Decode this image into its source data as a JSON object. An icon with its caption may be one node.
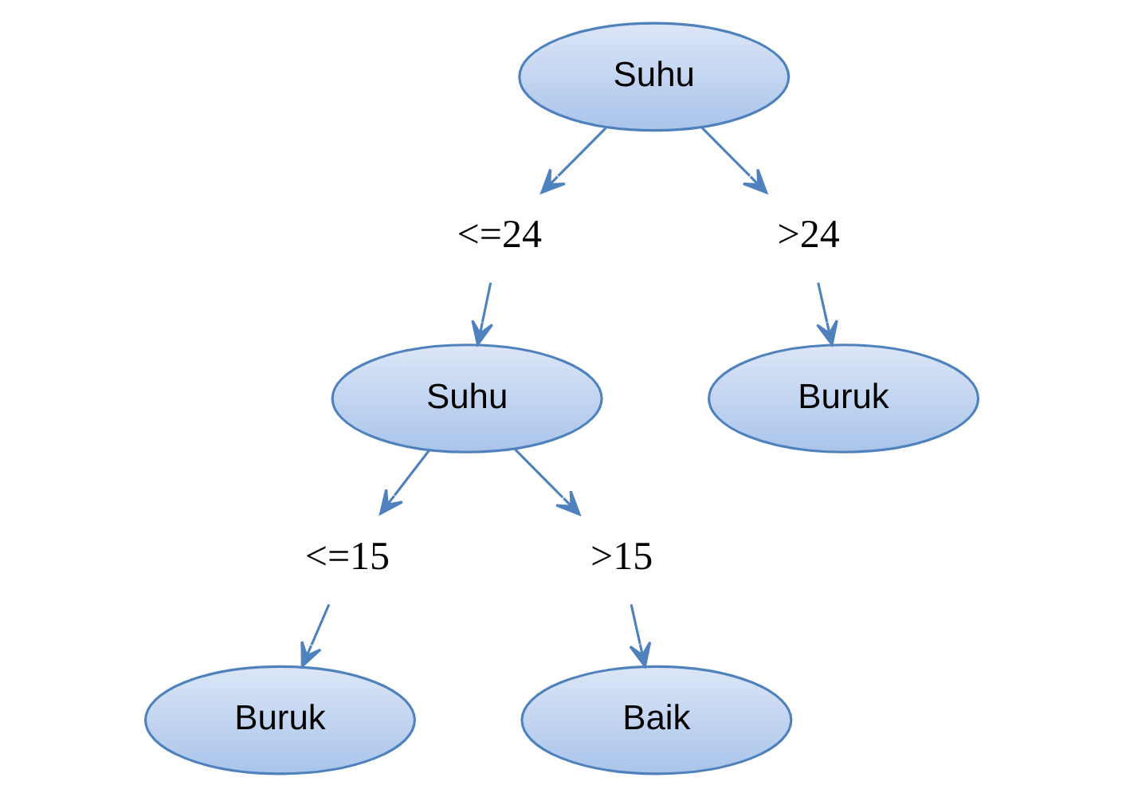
{
  "diagram": {
    "nodes": [
      {
        "text": [
          "Suhu"
        ]
      },
      {
        "text": [
          "<=24"
        ]
      },
      {
        "text": [
          ">24"
        ]
      },
      {
        "text": [
          "Suhu"
        ]
      },
      {
        "text": [
          "Buruk"
        ]
      },
      {
        "text": [
          "<=15"
        ]
      },
      {
        "text": [
          ">15"
        ]
      },
      {
        "text": [
          "Buruk"
        ]
      },
      {
        "text": [
          "Baik"
        ]
      }
    ],
    "edges": [
      {
        "from": 0,
        "to": 1,
        "arrow": "to"
      },
      {
        "from": 0,
        "to": 2,
        "arrow": "to"
      },
      {
        "from": 1,
        "to": 3,
        "arrow": "to"
      },
      {
        "from": 2,
        "to": 4,
        "arrow": "to"
      },
      {
        "from": 3,
        "to": 5,
        "arrow": "to"
      },
      {
        "from": 3,
        "to": 6,
        "arrow": "to"
      },
      {
        "from": 5,
        "to": 7,
        "arrow": "to"
      },
      {
        "from": 6,
        "to": 8,
        "arrow": "to"
      }
    ]
  }
}
